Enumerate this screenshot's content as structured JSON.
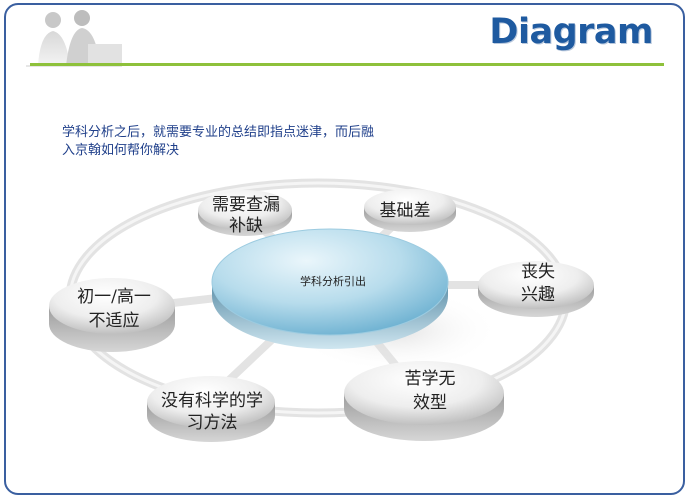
{
  "header": {
    "title": "Diagram"
  },
  "intro": {
    "line1": "学科分析之后，就需要专业的总结即指点迷津，而后融",
    "line2": "入京翰如何帮你解决"
  },
  "diagram": {
    "center": "学科分析引出",
    "nodes": [
      {
        "id": "need-fill",
        "lines": [
          "需要查漏",
          "补缺"
        ]
      },
      {
        "id": "weak-basis",
        "lines": [
          "基础差"
        ]
      },
      {
        "id": "lost-interest",
        "lines": [
          "丧失",
          "兴趣"
        ]
      },
      {
        "id": "hard-no-effect",
        "lines": [
          "苦学无",
          "效型"
        ]
      },
      {
        "id": "no-method",
        "lines": [
          "没有科学的学",
          "习方法"
        ]
      },
      {
        "id": "not-adapted",
        "lines": [
          "初一/高一",
          "不适应"
        ]
      }
    ]
  }
}
